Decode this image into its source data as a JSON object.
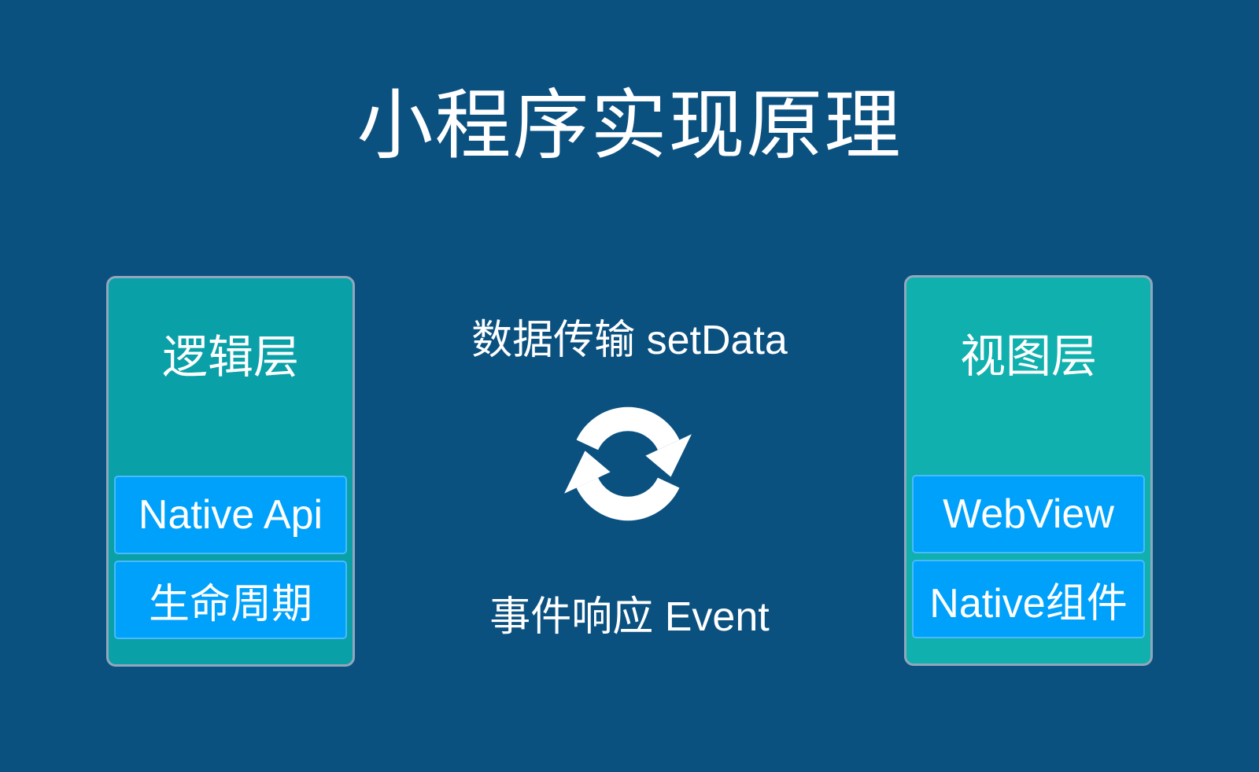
{
  "title": "小程序实现原理",
  "left_panel": {
    "title": "逻辑层",
    "items": [
      {
        "label": "Native Api"
      },
      {
        "label": "生命周期"
      }
    ]
  },
  "right_panel": {
    "title": "视图层",
    "items": [
      {
        "label": "WebView"
      },
      {
        "label": "Native组件"
      }
    ]
  },
  "center": {
    "top_label": "数据传输 setData",
    "bottom_label": "事件响应 Event",
    "icon": "sync-refresh-icon"
  },
  "colors": {
    "background": "#0B5180",
    "panel_teal_left": "#0AA0A8",
    "panel_teal_right": "#0FB0AD",
    "item_blue": "#00A1FA",
    "panel_border": "#92A7BD",
    "text": "#FFFFFF"
  }
}
